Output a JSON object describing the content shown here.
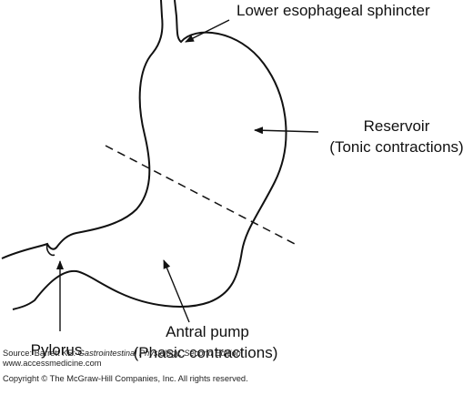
{
  "labels": {
    "les": "Lower esophageal sphincter",
    "reservoir_title": "Reservoir",
    "reservoir_sub": "(Tonic contractions)",
    "antral_title": "Antral pump",
    "antral_sub": "(Phasic contractions)",
    "pylorus": "Pylorus"
  },
  "footer": {
    "source_prefix": "Source: Barrett KE: ",
    "source_title": "Gastrointestinal Physiology, Second Edition",
    "source_suffix": ":",
    "website": "www.accessmedicine.com",
    "copyright": "Copyright © The McGraw-Hill Companies, Inc. All rights reserved."
  }
}
